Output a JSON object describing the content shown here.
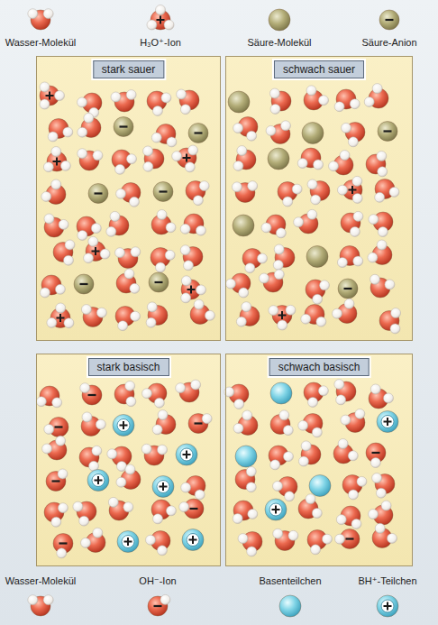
{
  "diagram": {
    "nodes": [
      {
        "text": [
          "stark sauer"
        ]
      },
      {
        "text": [
          "schwach sauer"
        ]
      },
      {
        "text": [
          "stark basisch"
        ]
      },
      {
        "text": [
          "schwach basisch"
        ]
      }
    ],
    "legend": [
      {
        "text": "Wasser-Molekül"
      },
      {
        "text": "H₃O⁺-Ion"
      },
      {
        "text": "Säure-Molekül"
      },
      {
        "text": "Säure-Anion"
      },
      {
        "text": "Wasser-Molekül"
      },
      {
        "text": "OH⁻-Ion"
      },
      {
        "text": "Basenteilchen"
      },
      {
        "text": "BH⁺-Teilchen"
      }
    ]
  }
}
